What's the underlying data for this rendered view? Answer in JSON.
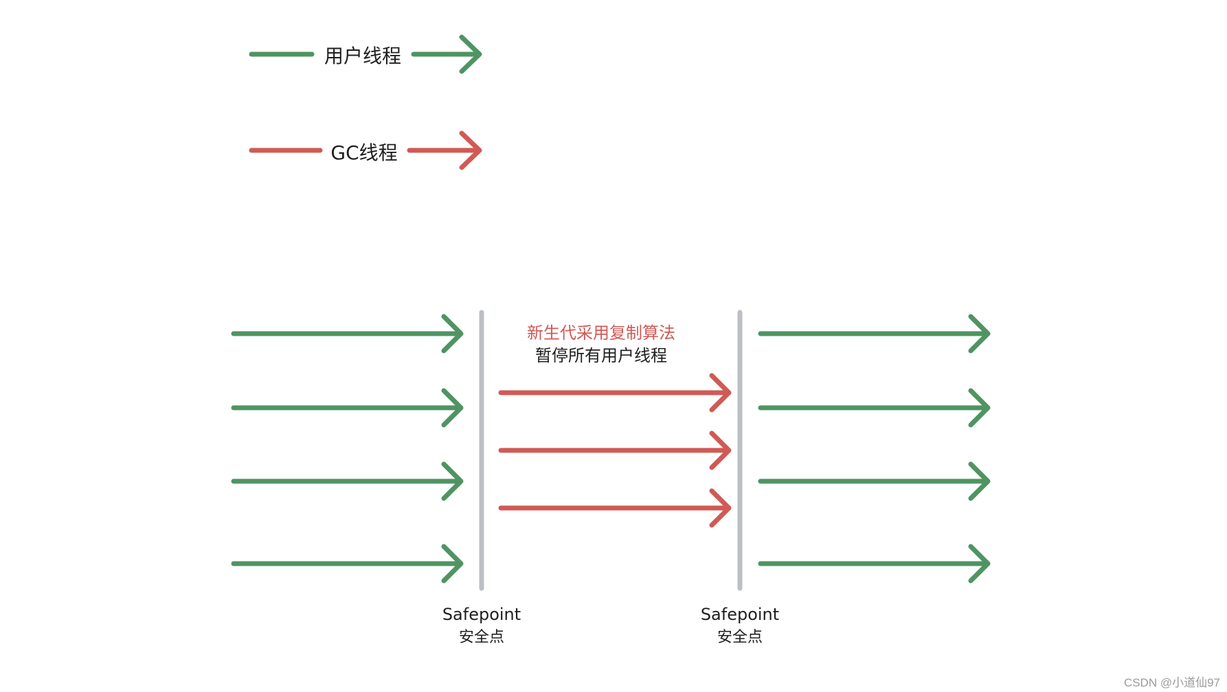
{
  "colors": {
    "user_thread": "#4f9462",
    "gc_thread": "#d05a55",
    "safepoint_line": "#bcbfc4",
    "text": "#1f1f1f",
    "annotation_red": "#d05a55",
    "watermark": "#9a9a9a"
  },
  "legend": {
    "user_thread_label": "用户线程",
    "gc_thread_label": "GC线程"
  },
  "annotation": {
    "line1": "新生代采用复制算法",
    "line2": "暂停所有用户线程"
  },
  "safepoints": [
    {
      "label_en": "Safepoint",
      "label_zh": "安全点"
    },
    {
      "label_en": "Safepoint",
      "label_zh": "安全点"
    }
  ],
  "threads": {
    "user_before_count": 4,
    "gc_count": 3,
    "user_after_count": 4
  },
  "watermark": "CSDN @小道仙97"
}
